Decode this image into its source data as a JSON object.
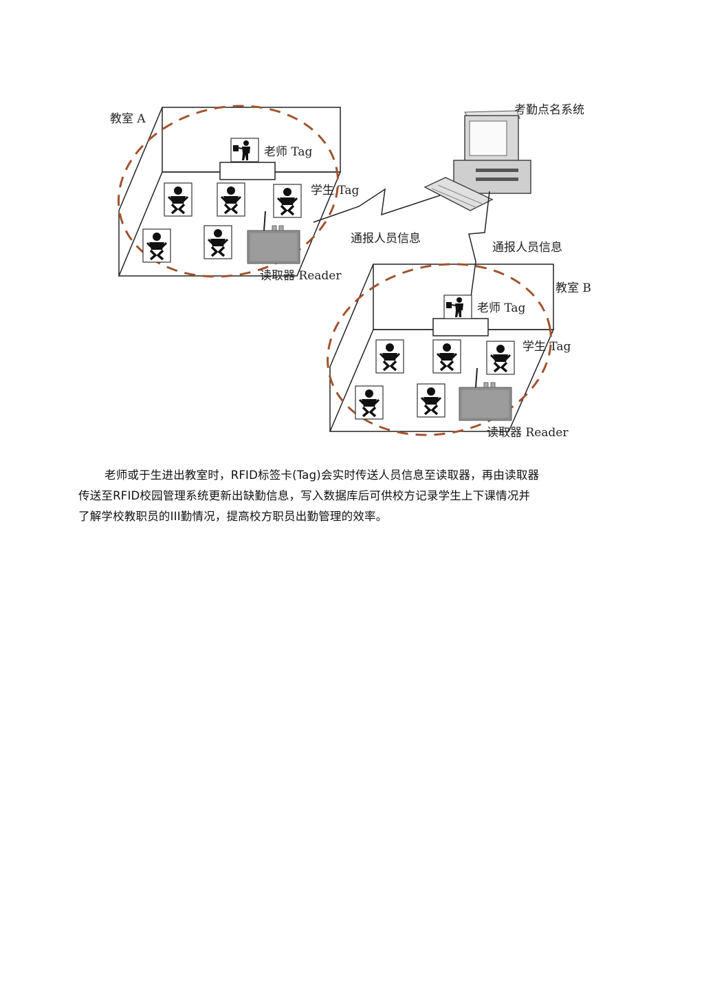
{
  "figure": {
    "classroom_a": {
      "title": "教室 A",
      "teacher_tag": "老师 Tag",
      "student_tag": "学生 Tag",
      "reader": "读取器 Reader"
    },
    "classroom_b": {
      "title": "教室 B",
      "teacher_tag": "老师 Tag",
      "student_tag": "学生 Tag",
      "reader": "读取器 Reader"
    },
    "system": {
      "title": "考勤点名系统"
    },
    "link_a": "通报人员信息",
    "link_b": "通报人员信息"
  },
  "text": {
    "lines": [
      "老师或于生进出教室时，RFID标签卡(Tag)会实时传送人员信息至读取器，再由读取器",
      "传送至RFID校园管理系统更新出缺勤信息，写入数据库后可供校方记录学生上下课情况并",
      "了解学校教职员的III勤情况，提高校方职员出勤管理的效率。"
    ]
  }
}
